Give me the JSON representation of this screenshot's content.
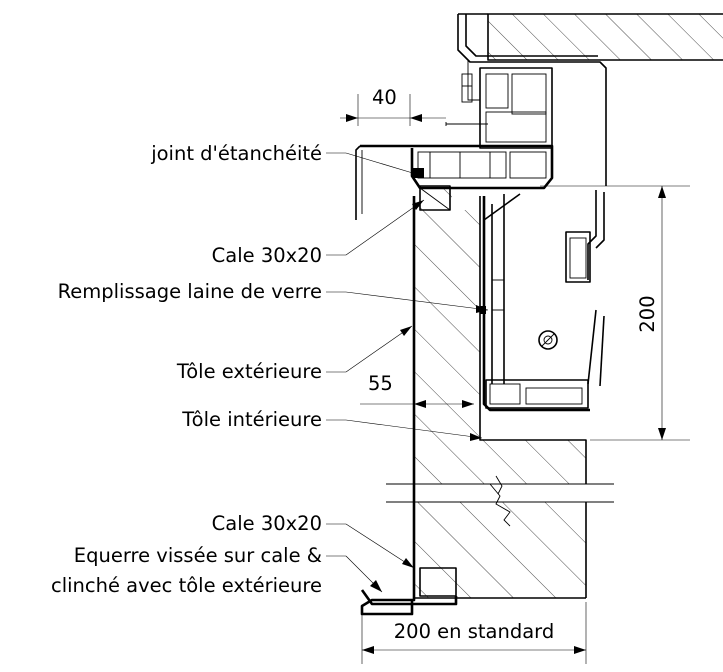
{
  "labels": {
    "joint": "joint d'étanchéité",
    "cale_top": "Cale 30x20",
    "remplissage": "Remplissage laine de verre",
    "tole_ext": "Tôle extérieure",
    "tole_int": "Tôle intérieure",
    "cale_bottom": "Cale 30x20",
    "equerre_line1": "Equerre vissée sur cale &",
    "equerre_line2": "clinché avec tôle extérieure"
  },
  "dimensions": {
    "top_width": "40",
    "wall_gap": "55",
    "height": "200",
    "bottom_width": "200 en standard"
  }
}
